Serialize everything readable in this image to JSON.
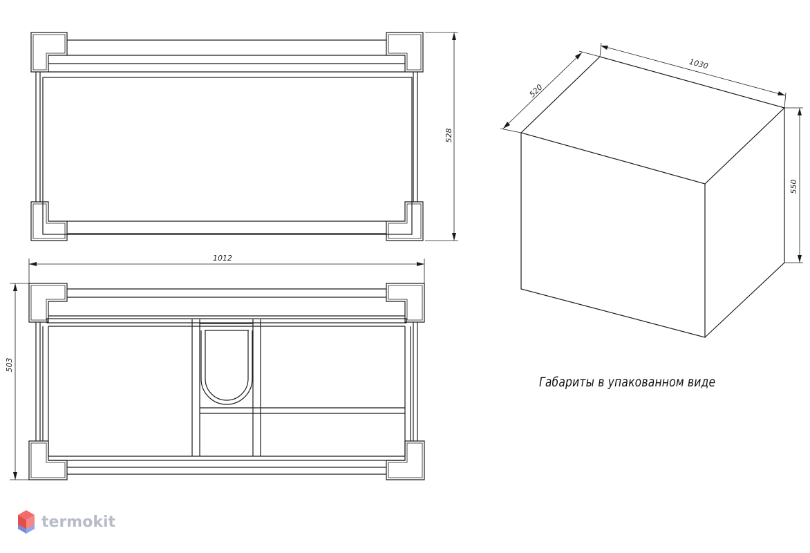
{
  "dimensions": {
    "top_view_depth": "528",
    "width": "1012",
    "front_view_height": "503",
    "package_depth": "520",
    "package_width": "1030",
    "package_height": "550"
  },
  "caption": "Габариты в упакованном виде",
  "logo": {
    "text": "termokit"
  },
  "colors": {
    "line": "#1a1a1a",
    "logo_text": "#b8bcc6",
    "logo_red": "#f26a6a",
    "logo_blue": "#6c8fd8"
  }
}
